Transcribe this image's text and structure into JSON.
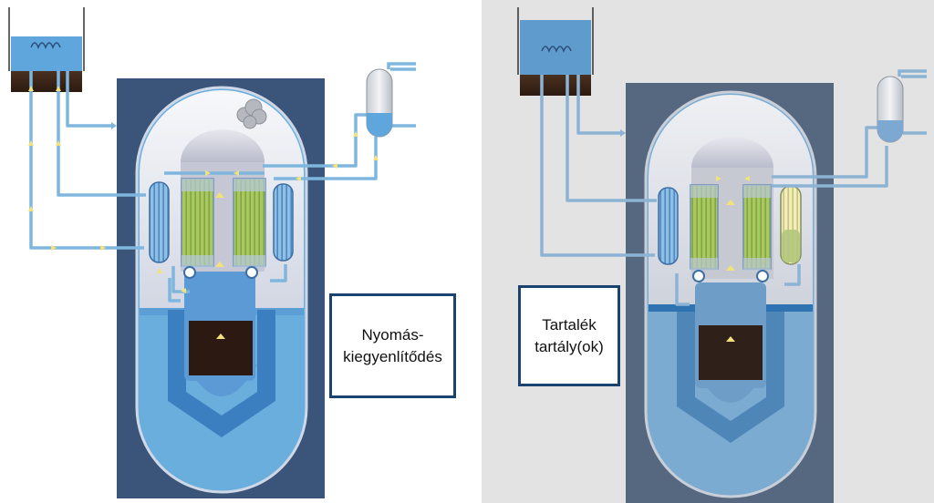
{
  "labels": {
    "left_line1": "Nyomás-",
    "left_line2": "kiegyenlítődés",
    "right_line1": "Tartalék",
    "right_line2": "tartály(ok)"
  },
  "colors": {
    "containment_frame": "#3a5579",
    "water": "#6aaede",
    "pipe": "#7fb6de",
    "fuel_green": "#a7c85e",
    "core": "#2c1a12",
    "flow_arrow": "#f3e27a",
    "label_border": "#1c4270",
    "right_panel_bg": "#e3e3e3"
  },
  "icons": [
    "steam-cloud-icon",
    "flow-arrow-icon",
    "heat-exchanger-coil-icon"
  ]
}
